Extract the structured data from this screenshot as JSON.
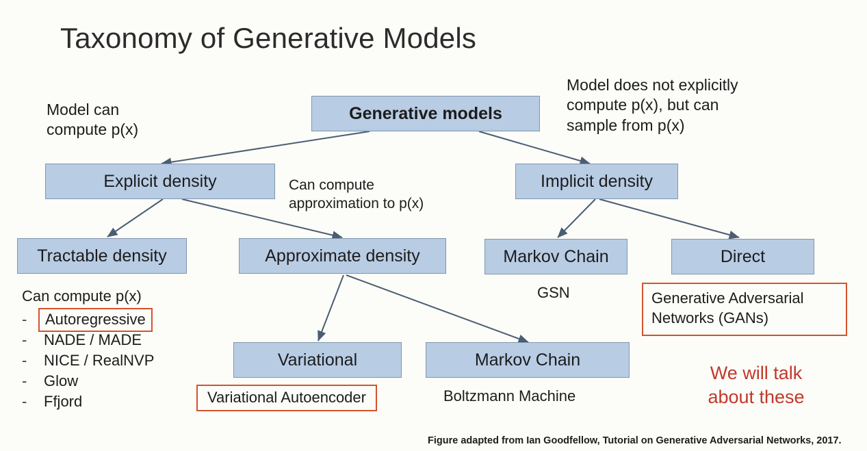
{
  "slide": {
    "title": "Taxonomy of Generative Models",
    "background_color": "#fcfcf8",
    "node_fill": "#b8cce4",
    "node_border": "#8096ad",
    "highlight_color": "#d4532b",
    "accent_text_color": "#c0392b"
  },
  "nodes": {
    "root": "Generative models",
    "explicit": "Explicit density",
    "implicit": "Implicit density",
    "tractable": "Tractable density",
    "approximate": "Approximate density",
    "markov_chain_right": "Markov Chain",
    "direct": "Direct",
    "variational": "Variational",
    "markov_chain_bottom": "Markov Chain"
  },
  "annotations": {
    "left_top": "Model can\ncompute p(x)",
    "right_top": "Model does not explicitly\ncompute p(x), but can\nsample from p(x)",
    "middle": "Can compute\napproximation to p(x)"
  },
  "captions": {
    "gsn": "GSN",
    "boltzmann": "Boltzmann Machine",
    "vae": "Variational Autoencoder",
    "gan": "Generative Adversarial\nNetworks (GANs)",
    "we_will_talk": "We will talk\nabout these"
  },
  "bullet_list": {
    "lead": "Can compute p(x)",
    "marker": "-",
    "items": [
      {
        "label": "Autoregressive",
        "highlighted": true
      },
      {
        "label": "NADE / MADE",
        "highlighted": false
      },
      {
        "label": "NICE / RealNVP",
        "highlighted": false
      },
      {
        "label": "Glow",
        "highlighted": false
      },
      {
        "label": "Ffjord",
        "highlighted": false
      }
    ]
  },
  "footnote": "Figure adapted from Ian Goodfellow, Tutorial on Generative Adversarial Networks, 2017."
}
